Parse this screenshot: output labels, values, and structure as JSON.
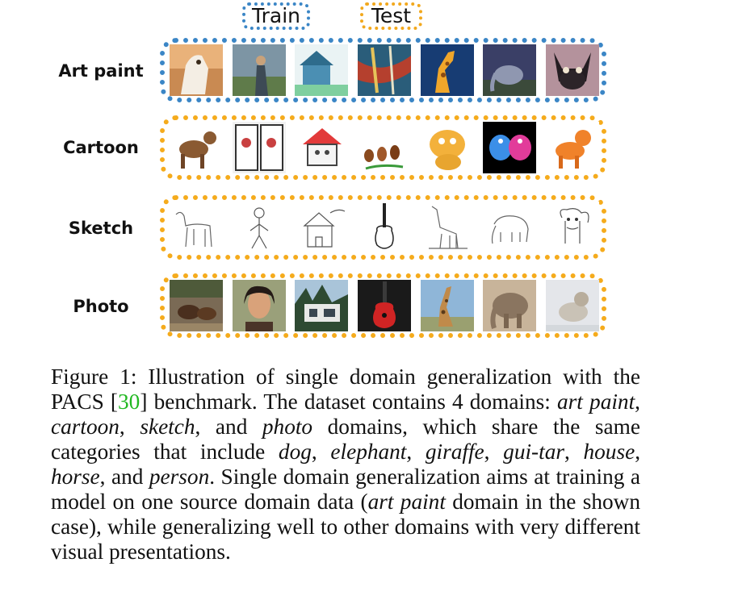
{
  "legend": {
    "train": "Train",
    "test": "Test"
  },
  "colors": {
    "train": "#3b86c6",
    "test": "#f5ab1c",
    "ref_link": "#22b822"
  },
  "rows": [
    {
      "label": "Art paint",
      "role": "train",
      "images": [
        "horse",
        "person",
        "house",
        "guitar",
        "giraffe",
        "elephant",
        "dog"
      ]
    },
    {
      "label": "Cartoon",
      "role": "test",
      "images": [
        "horse",
        "person",
        "house",
        "guitar",
        "giraffe",
        "elephant",
        "dog"
      ]
    },
    {
      "label": "Sketch",
      "role": "test",
      "images": [
        "horse",
        "person",
        "house",
        "guitar",
        "giraffe",
        "elephant",
        "dog"
      ]
    },
    {
      "label": "Photo",
      "role": "test",
      "images": [
        "horse",
        "person",
        "house",
        "guitar",
        "giraffe",
        "elephant",
        "dog"
      ]
    }
  ],
  "caption": {
    "t01": "Figure 1: Illustration of single domain generalization with the PACS [",
    "ref": "30",
    "t02": "] benchmark. The dataset contains 4 domains: ",
    "i01": "art paint",
    "t03": ", ",
    "i02": "cartoon",
    "t04": ", ",
    "i03": "sketch",
    "t05": ", and ",
    "i04": "photo",
    "t06": " domains, which share the same categories that include ",
    "i05": "dog",
    "t07": ", ",
    "i06": "elephant",
    "t08": ", ",
    "i07": "giraffe",
    "t09": ", ",
    "i08": "gui-tar",
    "t10": ", ",
    "i09": "house",
    "t11": ", ",
    "i10": "horse",
    "t12": ", and ",
    "i11": "person",
    "t13": ". Single domain generalization aims at training a model on one source domain data (",
    "i12": "art paint",
    "t14": " domain in the shown case), while generalizing well to other domains with very different visual presentations."
  }
}
